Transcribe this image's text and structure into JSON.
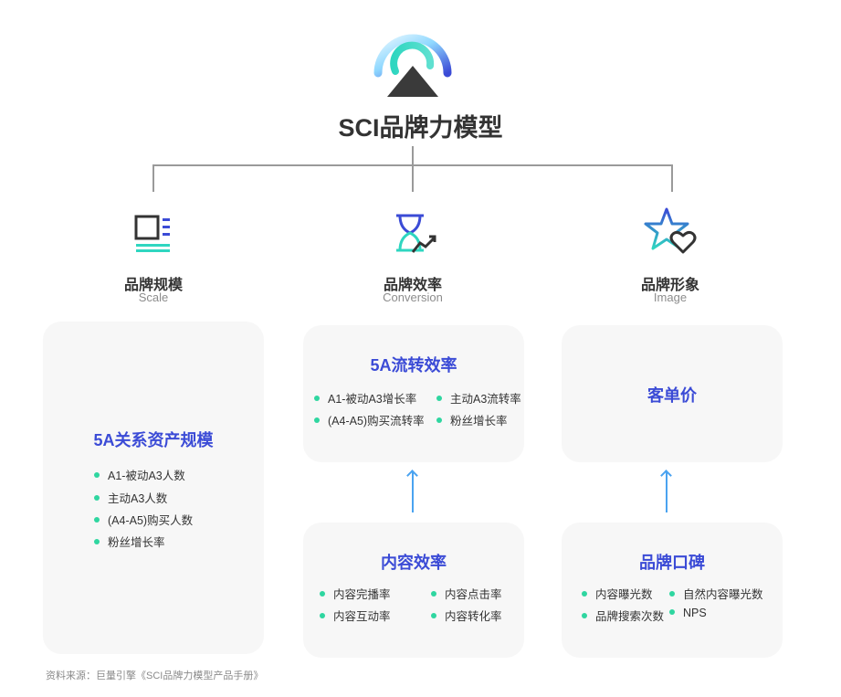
{
  "title": "SCI品牌力模型",
  "colors": {
    "accent_blue": "#3b4bd6",
    "bullet_green": "#2fd6a0",
    "arrow_blue": "#4aa3f0",
    "card_bg": "#f7f7f7"
  },
  "columns": [
    {
      "title": "品牌规模",
      "subtitle": "Scale",
      "icon": "scale-icon",
      "card": {
        "title": "5A关系资产规模",
        "items": [
          "A1-被动A3人数",
          "主动A3人数",
          "(A4-A5)购买人数",
          "粉丝增长率"
        ]
      }
    },
    {
      "title": "品牌效率",
      "subtitle": "Conversion",
      "icon": "hourglass-trend-icon",
      "card": {
        "title": "5A流转效率",
        "items": [
          "A1-被动A3增长率",
          "主动A3流转率",
          "(A4-A5)购买流转率",
          "粉丝增长率"
        ]
      },
      "sub_card": {
        "title": "内容效率",
        "items": [
          "内容完播率",
          "内容点击率",
          "内容互动率",
          "内容转化率"
        ]
      }
    },
    {
      "title": "品牌形象",
      "subtitle": "Image",
      "icon": "star-heart-icon",
      "card": {
        "title": "客单价",
        "items": []
      },
      "sub_card": {
        "title": "品牌口碑",
        "items": [
          "内容曝光数",
          "自然内容曝光数",
          "品牌搜索次数",
          "NPS"
        ]
      }
    }
  ],
  "source": "资料来源：巨量引擎《SCI品牌力模型产品手册》"
}
